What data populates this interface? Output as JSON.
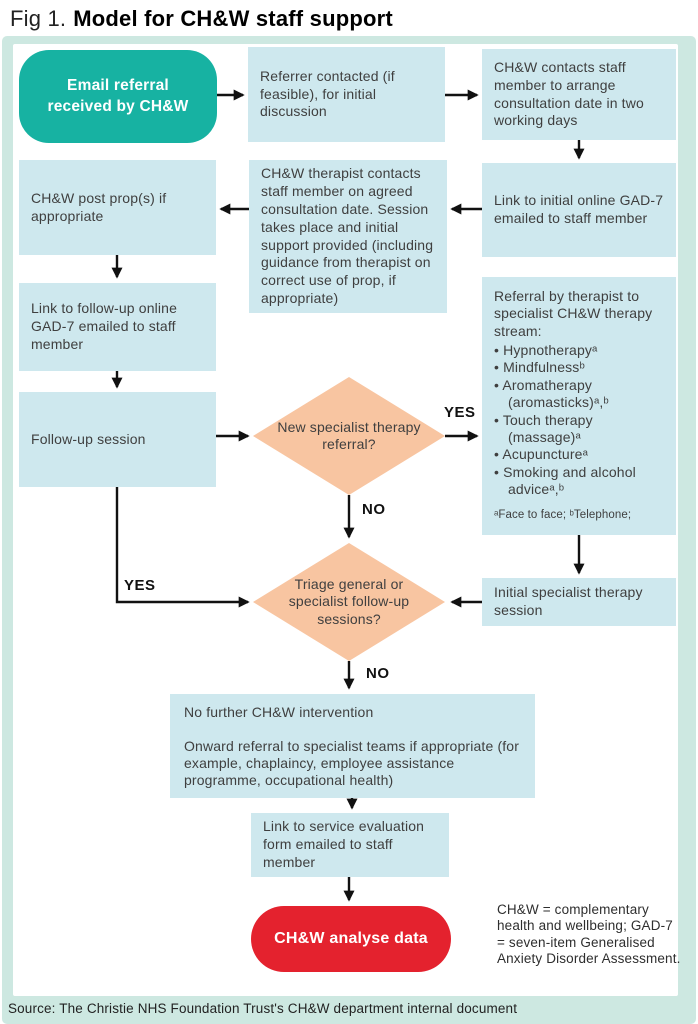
{
  "title": {
    "prefix": "Fig 1.",
    "main": "Model for CH&W staff support"
  },
  "flow": {
    "start": "Email referral received by CH&W",
    "referrer_contacted": "Referrer contacted (if feasible), for initial discussion",
    "arrange_consultation": "CH&W contacts staff member to arrange consultation date in two working days",
    "initial_gad7": "Link to initial online GAD-7 emailed to staff member",
    "therapist_contacts": "CH&W therapist contacts staff member on agreed consultation date. Session takes place and initial support provided (including guidance from therapist on correct use of prop, if appropriate)",
    "post_props": "CH&W post prop(s) if appropriate",
    "followup_gad7": "Link to follow-up online GAD-7 emailed to staff member",
    "followup_session": "Follow-up session",
    "decision_new_referral": "New specialist therapy referral?",
    "specialist_stream": {
      "intro": "Referral by therapist to specialist CH&W therapy stream:",
      "items": [
        "Hypnotherapyᵃ",
        "Mindfulnessᵇ",
        "Aromatherapy (aromasticks)ᵃ,ᵇ",
        "Touch therapy (massage)ᵃ",
        "Acupunctureᵃ",
        "Smoking and alcohol adviceᵃ,ᵇ"
      ],
      "footnote": "ᵃFace to face; ᵇTelephone;"
    },
    "initial_specialist_session": "Initial specialist therapy session",
    "decision_triage": "Triage general or specialist follow-up sessions?",
    "no_further": {
      "line1": "No further CH&W intervention",
      "line2": "Onward referral to specialist teams if appropriate (for example, chaplaincy, employee assistance programme, occupational health)"
    },
    "evaluation": "Link to service evaluation form emailed to staff member",
    "analyse": "CH&W analyse data",
    "labels": {
      "yes": "YES",
      "no": "NO"
    }
  },
  "legend": "CH&W = complementary health and wellbeing; GAD-7 = seven-item Generalised Anxiety Disorder Assessment.",
  "source": "Source: The Christie NHS Foundation Trust's CH&W department internal document",
  "colors": {
    "accent_teal": "#17b2a2",
    "box_blue": "#cee8ee",
    "diamond_peach": "#f8c5a1",
    "action_red": "#e4222e",
    "frame_mint": "#cde8e1",
    "arrow_black": "#111111"
  }
}
